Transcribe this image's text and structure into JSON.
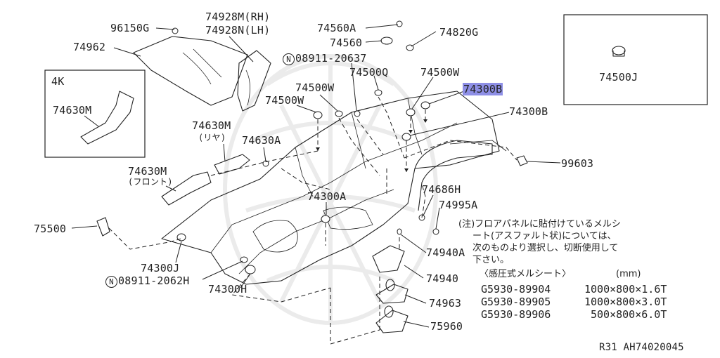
{
  "labels": {
    "p96150G": "96150G",
    "p74928M": "74928M(RH)",
    "p74928N": "74928N(LH)",
    "p74962": "74962",
    "p74560A": "74560A",
    "p74820G": "74820G",
    "p74560": "74560",
    "p08911_20637": "08911-20637",
    "p74500Q": "74500Q",
    "p74500W_a": "74500W",
    "p74500W_b": "74500W",
    "p74500W_c": "74500W",
    "p74300B_hl": "74300B",
    "p74300B": "74300B",
    "p74500J": "74500J",
    "p4K": "4K",
    "p74630M_4k": "74630M",
    "p74630M_rear": "74630M",
    "p74630M_rear_sub": "(リヤ)",
    "p74630A": "74630A",
    "p74630M_front": "74630M",
    "p74630M_front_sub": "(フロント)",
    "p99603": "99603",
    "p74300A": "74300A",
    "p74686H": "74686H",
    "p74995A": "74995A",
    "p75500": "75500",
    "p74300J": "74300J",
    "p08911_2062H": "08911-2062H",
    "p74300H": "74300H",
    "p74940A": "74940A",
    "p74940": "74940",
    "p74963": "74963",
    "p75960": "75960",
    "circle_n": "N"
  },
  "note": {
    "line1": "(注)フロアパネルに貼付けているメルシ",
    "line2": "ート(アスファルト状)については、",
    "line3": "次のものより選択し、切断使用して",
    "line4": "下さい。",
    "header_left": "〈感圧式メルシート〉",
    "header_right": "(mm)"
  },
  "specs": [
    {
      "part": "G5930-89904",
      "size": "1000×800×1.6T"
    },
    {
      "part": "G5930-89905",
      "size": "1000×800×3.0T"
    },
    {
      "part": "G5930-89906",
      "size": "500×800×6.0T"
    }
  ],
  "footer": "R31  AH74020045",
  "colors": {
    "highlight": "#8e8fe6",
    "line": "#222222",
    "watermark": "#e6e6e6"
  }
}
